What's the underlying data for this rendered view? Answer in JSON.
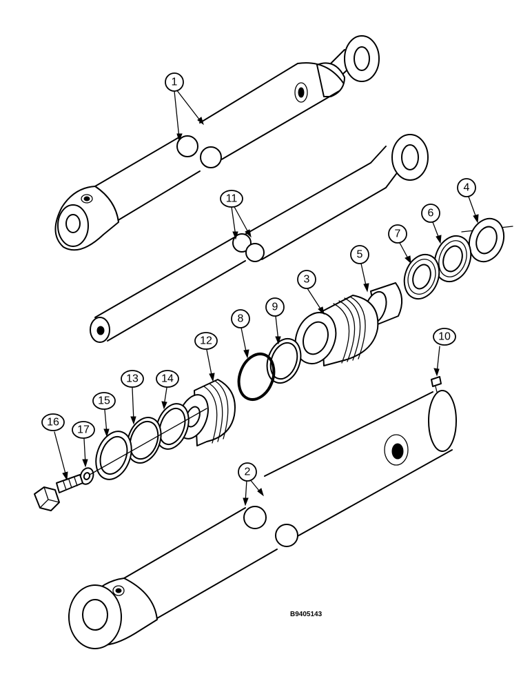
{
  "drawing_number": "B9405143",
  "callouts": [
    {
      "id": "1",
      "label": "1"
    },
    {
      "id": "11",
      "label": "11"
    },
    {
      "id": "4",
      "label": "4"
    },
    {
      "id": "6",
      "label": "6"
    },
    {
      "id": "7",
      "label": "7"
    },
    {
      "id": "5",
      "label": "5"
    },
    {
      "id": "3",
      "label": "3"
    },
    {
      "id": "9",
      "label": "9"
    },
    {
      "id": "8",
      "label": "8"
    },
    {
      "id": "12",
      "label": "12"
    },
    {
      "id": "14",
      "label": "14"
    },
    {
      "id": "13",
      "label": "13"
    },
    {
      "id": "15",
      "label": "15"
    },
    {
      "id": "17",
      "label": "17"
    },
    {
      "id": "16",
      "label": "16"
    },
    {
      "id": "10",
      "label": "10"
    },
    {
      "id": "2",
      "label": "2"
    }
  ]
}
